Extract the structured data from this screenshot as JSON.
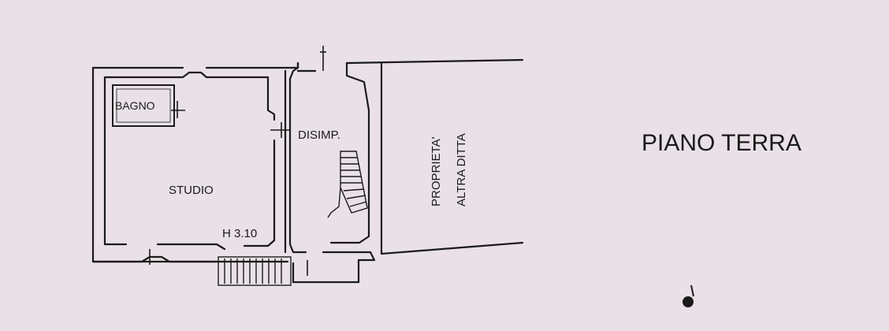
{
  "floor_title": "PIANO TERRA",
  "rooms": {
    "bagno": "BAGNO",
    "studio": "STUDIO",
    "disimpegno": "DISIMP.",
    "height": "H 3.10"
  },
  "neighbor": {
    "line1": "PROPRIETA'",
    "line2": "ALTRA DITTA"
  },
  "colors": {
    "paper": "#e9e1e7",
    "ink": "#1a1a1a"
  }
}
